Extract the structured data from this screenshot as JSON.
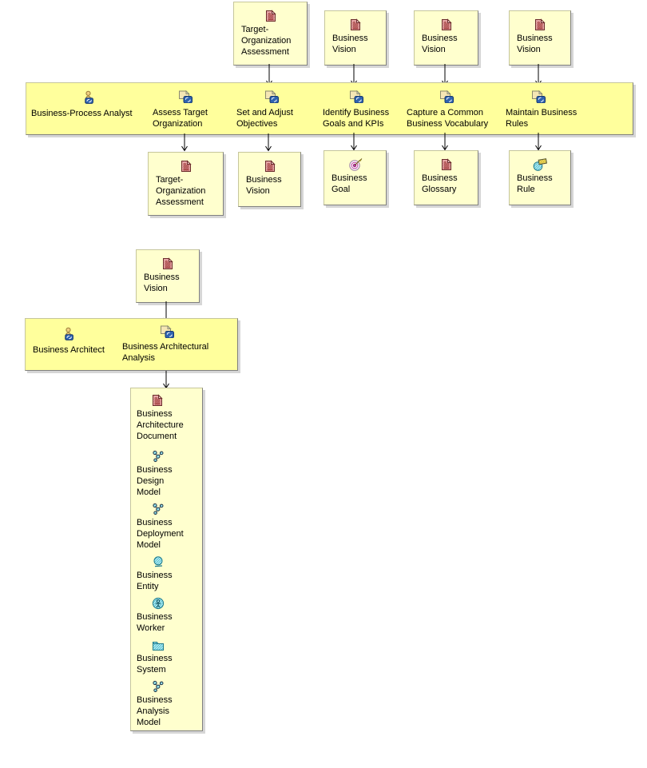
{
  "colors": {
    "page_bg": "#FFFFFF",
    "band_fill": "#FFFF9C",
    "box_fill": "#FFFFCE",
    "border_light": "#C6C69C",
    "border_dark": "#808080",
    "shadow": "#D6D6D6",
    "text": "#000000",
    "arrow": "#000000"
  },
  "s1": {
    "inputs": [
      {
        "icon": "document-icon",
        "label": "Target-\nOrganization\nAssessment"
      },
      {
        "icon": "document-icon",
        "label": "Business\nVision"
      },
      {
        "icon": "document-icon",
        "label": "Business\nVision"
      },
      {
        "icon": "document-icon",
        "label": "Business\nVision"
      }
    ],
    "role": {
      "icon": "role-icon",
      "label": "Business-Process Analyst"
    },
    "activities": [
      {
        "icon": "activity-icon",
        "label": "Assess Target\nOrganization"
      },
      {
        "icon": "activity-icon",
        "label": "Set and Adjust\nObjectives"
      },
      {
        "icon": "activity-icon",
        "label": "Identify Business\nGoals and KPIs"
      },
      {
        "icon": "activity-icon",
        "label": "Capture a Common\nBusiness Vocabulary"
      },
      {
        "icon": "activity-icon",
        "label": "Maintain Business\nRules"
      }
    ],
    "outputs": [
      {
        "icon": "document-icon",
        "label": "Target-\nOrganization\nAssessment"
      },
      {
        "icon": "document-icon",
        "label": "Business\nVision"
      },
      {
        "icon": "goal-icon",
        "label": "Business\nGoal"
      },
      {
        "icon": "document-icon",
        "label": "Business\nGlossary"
      },
      {
        "icon": "rule-icon",
        "label": "Business\nRule"
      }
    ]
  },
  "s2": {
    "input": {
      "icon": "document-icon",
      "label": "Business\nVision"
    },
    "role": {
      "icon": "role-icon",
      "label": "Business Architect"
    },
    "activity": {
      "icon": "activity-icon",
      "label": "Business Architectural\nAnalysis"
    },
    "outputs": [
      {
        "icon": "document-icon",
        "label": "Business\nArchitecture\nDocument"
      },
      {
        "icon": "model-icon",
        "label": "Business\nDesign\nModel"
      },
      {
        "icon": "model-icon",
        "label": "Business\nDeployment\nModel"
      },
      {
        "icon": "entity-icon",
        "label": "Business\nEntity"
      },
      {
        "icon": "worker-icon",
        "label": "Business\nWorker"
      },
      {
        "icon": "system-icon",
        "label": "Business\nSystem"
      },
      {
        "icon": "model-icon",
        "label": "Business\nAnalysis\nModel"
      }
    ]
  }
}
